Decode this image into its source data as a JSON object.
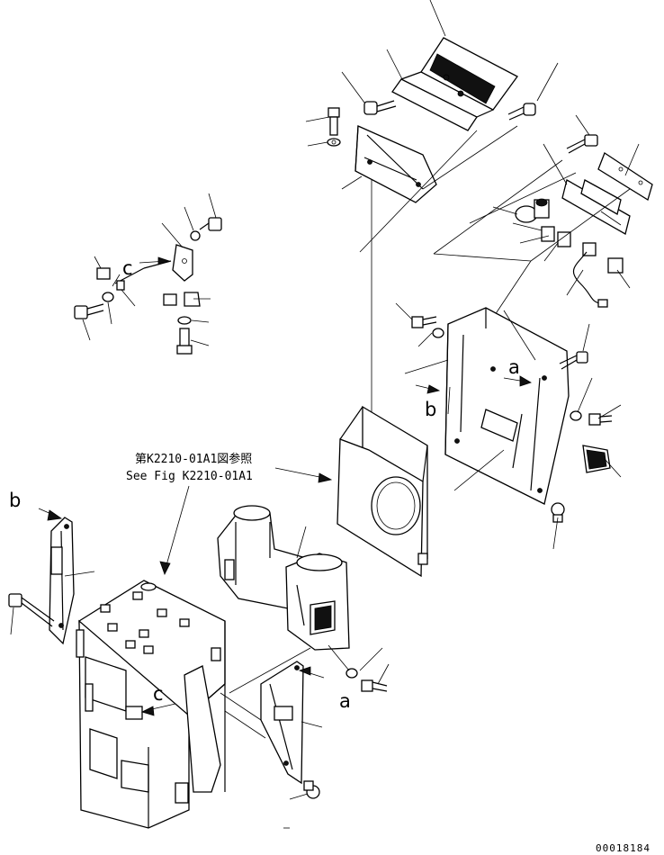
{
  "reference_note": {
    "japanese": "第K2210-01A1図参照",
    "english": "See Fig K2210-01A1"
  },
  "view_labels": {
    "a_top": "a",
    "a_bottom": "a",
    "b_left": "b",
    "b_right": "b",
    "c_top": "c",
    "c_bottom": "c"
  },
  "drawing_number": "00018184"
}
